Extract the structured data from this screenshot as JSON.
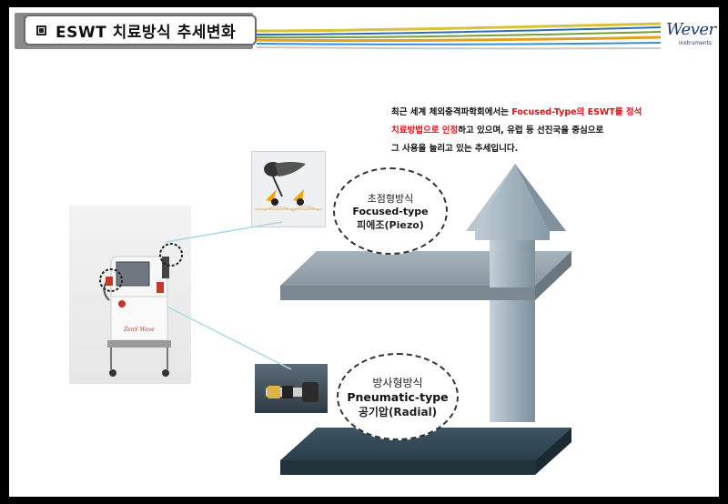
{
  "header": {
    "title": "ESWT 치료방식 추세변화",
    "stripe_colors": [
      "#d8c23a",
      "#2d6fb3",
      "#7a9d3a",
      "#e0a020",
      "#3a8fd0",
      "#c8c8c8"
    ]
  },
  "logo": {
    "name": "Wever",
    "sub": "instruments"
  },
  "description": {
    "line1_pre": "최근 세계 체외충격파학회에서는 ",
    "line1_red": "Focused-Type의 ESWT를 정석",
    "line2_red": "치료방법으로 인정",
    "line2_post": "하고 있으며, 유럽 등 선진국을 중심으로",
    "line3": "그 사용을 늘리고 있는 추세입니다."
  },
  "focused": {
    "label_ko": "초점형방식",
    "label_en": "Focused-type",
    "label_sub": "피에조(Piezo)"
  },
  "radial": {
    "label_ko": "방사형방식",
    "label_en": "Pneumatic-type",
    "label_sub": "공기압(Radial)"
  },
  "device": {
    "brand": "ZenS Wave"
  },
  "colors": {
    "upper_platform": "#8d9aa4",
    "lower_platform": "#2f4552",
    "arrow": "#a9b8c2",
    "callout_line": "#a9d9e8"
  }
}
